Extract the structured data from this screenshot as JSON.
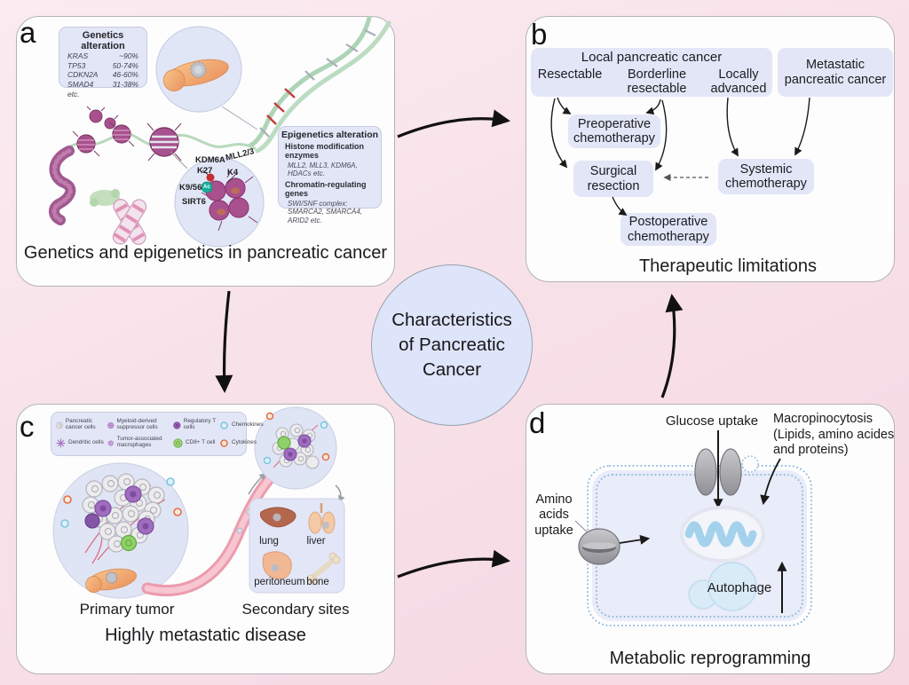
{
  "colors": {
    "background_pink": "#f8e1e9",
    "panel_white": "#fdfdfe",
    "lavender_box": "#e2e6f7",
    "center_circle_fill": "#dee4f9",
    "nucleosome_purple": "#a8518e",
    "dna_green": "#b9dcc0",
    "vessel_pink": "#ee9cae",
    "arrow_black": "#111111",
    "mito_blue": "#a4d2ec"
  },
  "center_circle": {
    "text": "Characteristics of Pancreatic Cancer"
  },
  "panel_a": {
    "label": "a",
    "caption": "Genetics and epigenetics in pancreatic cancer",
    "genetics_box": {
      "title": "Genetics alteration",
      "rows": [
        {
          "gene": "KRAS",
          "value": "~90%"
        },
        {
          "gene": "TP53",
          "value": "50-74%"
        },
        {
          "gene": "CDKN2A",
          "value": "46-60%"
        },
        {
          "gene": "SMAD4",
          "value": "31-38%"
        }
      ],
      "footer": "etc."
    },
    "epigenetics_box": {
      "title": "Epigenetics alteration",
      "histone_heading": "Histone modification enzymes",
      "histone_items": "MLL2, MLL3, KDM6A, HDACs etc.",
      "chromatin_heading": "Chromatin-regulating genes",
      "chromatin_items": "SWI/SNF complex: SMARCA2, SMARCA4, ARID2 etc."
    },
    "nucleosome": {
      "kdm6a": "KDM6A",
      "mll23": "MLL2/3",
      "k27": "K27",
      "k4": "K4",
      "k956": "K9/56",
      "sirt6": "SIRT6",
      "ac": "Ac"
    }
  },
  "panel_b": {
    "label": "b",
    "caption": "Therapeutic limitations",
    "local_box": {
      "title": "Local pancreatic cancer",
      "items": [
        "Resectable",
        "Borderline resectable",
        "Locally advanced"
      ]
    },
    "metastatic_box": "Metastatic pancreatic cancer",
    "preoperative": "Preoperative chemotherapy",
    "surgical": "Surgical resection",
    "systemic": "Systemic chemotherapy",
    "postoperative": "Postoperative chemotherapy"
  },
  "panel_c": {
    "label": "c",
    "caption": "Highly metastatic disease",
    "legend": {
      "items": [
        {
          "label": "Pancreatic cancer cells"
        },
        {
          "label": "Dendritic cells"
        },
        {
          "label": "Myeloid-derived suppressor cells"
        },
        {
          "label": "Tumor-associated macrophages"
        },
        {
          "label": "Regulatory T cells"
        },
        {
          "label": "CD8+ T cell"
        },
        {
          "label": "Chemokines"
        },
        {
          "label": "Cytokines"
        }
      ]
    },
    "primary_label": "Primary tumor",
    "secondary_label": "Secondary sites",
    "sites": [
      "lung",
      "liver",
      "peritoneum",
      "bone"
    ]
  },
  "panel_d": {
    "label": "d",
    "caption": "Metabolic reprogramming",
    "glucose_label": "Glucose uptake",
    "macropinocytosis_label": "Macropinocytosis (Lipids, amino acides and proteins)",
    "amino_label": "Amino acids uptake",
    "autophage_label": "Autophage"
  }
}
